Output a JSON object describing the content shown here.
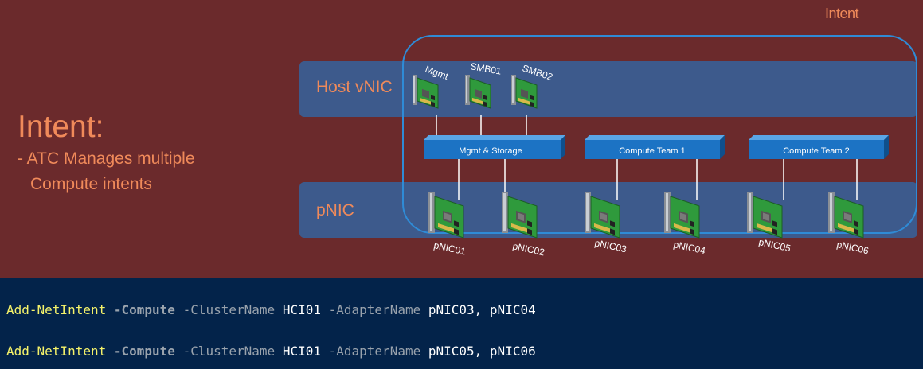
{
  "intent_label": "Intent",
  "title": "Intent:",
  "bullets": [
    "- ATC Manages multiple",
    "Compute intents"
  ],
  "bands": {
    "host": "Host vNIC",
    "pnic": "pNIC"
  },
  "vnics": [
    "Mgmt",
    "SMB01",
    "SMB02"
  ],
  "switches": [
    "Mgmt & Storage",
    "Compute Team 1",
    "Compute Team 2"
  ],
  "pnics": [
    "pNIC01",
    "pNIC02",
    "pNIC03",
    "pNIC04",
    "pNIC05",
    "pNIC06"
  ],
  "code": [
    {
      "cmd": "Add-NetIntent",
      "switch": "-Compute",
      "p1": "-ClusterName",
      "v1": "HCI01",
      "p2": "-AdapterName",
      "v2": "pNIC03, pNIC04"
    },
    {
      "cmd": "Add-NetIntent",
      "switch": "-Compute",
      "p1": "-ClusterName",
      "v1": "HCI01",
      "p2": "-AdapterName",
      "v2": "pNIC05, pNIC06"
    }
  ],
  "colors": {
    "top_bg": "#6b2a2c",
    "code_bg": "#03234a",
    "accent_text": "#f08a5a",
    "band": "#3d5a8c",
    "frame": "#2f8bd6",
    "switch": "#1c73c4"
  }
}
